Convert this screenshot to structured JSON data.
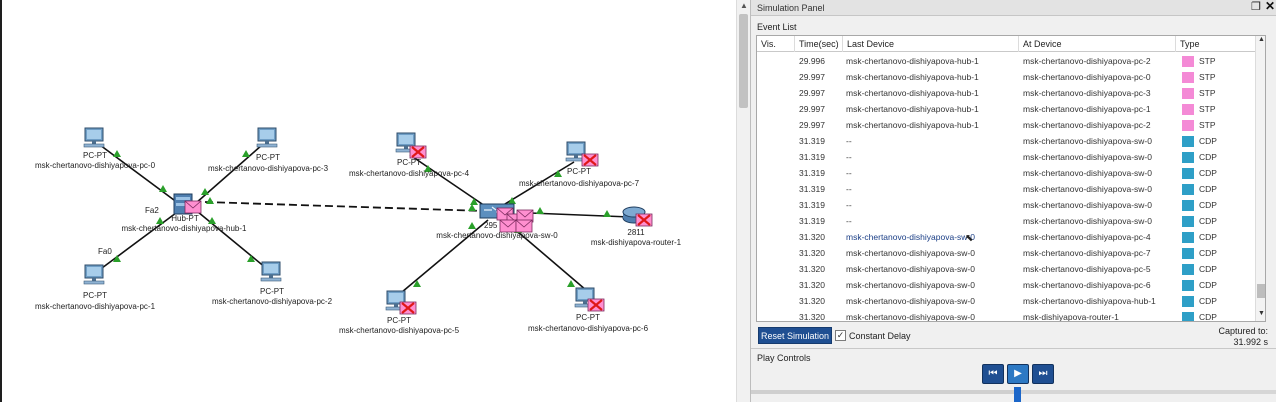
{
  "topology": {
    "nodes": [
      {
        "id": "pc0",
        "type_label": "PC-PT",
        "name": "msk-chertanovo-dishiyapova-pc-0",
        "status": "normal"
      },
      {
        "id": "pc3",
        "type_label": "PC-PT",
        "name": "msk-chertanovo-dishiyapova-pc-3",
        "status": "normal"
      },
      {
        "id": "hub",
        "type_label": "Hub-PT",
        "name": "msk-chertanovo-dishiyapova-hub-1",
        "status": "pdu"
      },
      {
        "id": "pc1",
        "type_label": "PC-PT",
        "name": "msk-chertanovo-dishiyapova-pc-1",
        "status": "normal"
      },
      {
        "id": "pc2",
        "type_label": "PC-PT",
        "name": "msk-chertanovo-dishiyapova-pc-2",
        "status": "normal"
      },
      {
        "id": "pc4",
        "type_label": "PC-PT",
        "name": "msk-chertanovo-dishiyapova-pc-4",
        "status": "dropped"
      },
      {
        "id": "pc7",
        "type_label": "PC-PT",
        "name": "msk-chertanovo-dishiyapova-pc-7",
        "status": "dropped"
      },
      {
        "id": "sw0",
        "type_label": "295",
        "name": "msk-chertanovo-dishiyapova-sw-0",
        "status": "pdu"
      },
      {
        "id": "router",
        "type_label": "2811",
        "name": "msk-dishiyapova-router-1",
        "status": "dropped"
      },
      {
        "id": "pc5",
        "type_label": "PC-PT",
        "name": "msk-chertanovo-dishiyapova-pc-5",
        "status": "dropped"
      },
      {
        "id": "pc6",
        "type_label": "PC-PT",
        "name": "msk-chertanovo-dishiyapova-pc-6",
        "status": "dropped"
      }
    ],
    "port_labels": {
      "hub_fa2": "Fa2",
      "pc1_fa0": "Fa0"
    },
    "colors": {
      "link": "#111111",
      "link_light": "#2aa02a",
      "envelope": "#ff8fd0",
      "drop_x": "#e01818"
    }
  },
  "panel": {
    "title": "Simulation Panel",
    "event_list_label": "Event List",
    "columns": [
      "Vis.",
      "Time(sec)",
      "Last Device",
      "At Device",
      "Type"
    ],
    "events": [
      {
        "time": "29.996",
        "last": "msk-chertanovo-dishiyapova-hub-1",
        "at": "msk-chertanovo-dishiyapova-pc-2",
        "type": "STP",
        "color": "#f48ad6"
      },
      {
        "time": "29.997",
        "last": "msk-chertanovo-dishiyapova-hub-1",
        "at": "msk-chertanovo-dishiyapova-pc-0",
        "type": "STP",
        "color": "#f48ad6"
      },
      {
        "time": "29.997",
        "last": "msk-chertanovo-dishiyapova-hub-1",
        "at": "msk-chertanovo-dishiyapova-pc-3",
        "type": "STP",
        "color": "#f48ad6"
      },
      {
        "time": "29.997",
        "last": "msk-chertanovo-dishiyapova-hub-1",
        "at": "msk-chertanovo-dishiyapova-pc-1",
        "type": "STP",
        "color": "#f48ad6"
      },
      {
        "time": "29.997",
        "last": "msk-chertanovo-dishiyapova-hub-1",
        "at": "msk-chertanovo-dishiyapova-pc-2",
        "type": "STP",
        "color": "#f48ad6"
      },
      {
        "time": "31.319",
        "last": "--",
        "at": "msk-chertanovo-dishiyapova-sw-0",
        "type": "CDP",
        "color": "#2e9fc7"
      },
      {
        "time": "31.319",
        "last": "--",
        "at": "msk-chertanovo-dishiyapova-sw-0",
        "type": "CDP",
        "color": "#2e9fc7"
      },
      {
        "time": "31.319",
        "last": "--",
        "at": "msk-chertanovo-dishiyapova-sw-0",
        "type": "CDP",
        "color": "#2e9fc7"
      },
      {
        "time": "31.319",
        "last": "--",
        "at": "msk-chertanovo-dishiyapova-sw-0",
        "type": "CDP",
        "color": "#2e9fc7"
      },
      {
        "time": "31.319",
        "last": "--",
        "at": "msk-chertanovo-dishiyapova-sw-0",
        "type": "CDP",
        "color": "#2e9fc7"
      },
      {
        "time": "31.319",
        "last": "--",
        "at": "msk-chertanovo-dishiyapova-sw-0",
        "type": "CDP",
        "color": "#2e9fc7"
      },
      {
        "time": "31.320",
        "last": "msk-chertanovo-dishiyapova-sw-0",
        "at": "msk-chertanovo-dishiyapova-pc-4",
        "type": "CDP",
        "color": "#2e9fc7"
      },
      {
        "time": "31.320",
        "last": "msk-chertanovo-dishiyapova-sw-0",
        "at": "msk-chertanovo-dishiyapova-pc-7",
        "type": "CDP",
        "color": "#2e9fc7"
      },
      {
        "time": "31.320",
        "last": "msk-chertanovo-dishiyapova-sw-0",
        "at": "msk-chertanovo-dishiyapova-pc-5",
        "type": "CDP",
        "color": "#2e9fc7"
      },
      {
        "time": "31.320",
        "last": "msk-chertanovo-dishiyapova-sw-0",
        "at": "msk-chertanovo-dishiyapova-pc-6",
        "type": "CDP",
        "color": "#2e9fc7"
      },
      {
        "time": "31.320",
        "last": "msk-chertanovo-dishiyapova-sw-0",
        "at": "msk-chertanovo-dishiyapova-hub-1",
        "type": "CDP",
        "color": "#2e9fc7"
      },
      {
        "time": "31.320",
        "last": "msk-chertanovo-dishiyapova-sw-0",
        "at": "msk-dishiyapova-router-1",
        "type": "CDP",
        "color": "#2e9fc7"
      }
    ],
    "reset_label": "Reset Simulation",
    "constant_delay_label": "Constant Delay",
    "constant_delay_checked": true,
    "captured_label": "Captured to:",
    "captured_value": "31.992 s",
    "play_controls_label": "Play Controls",
    "play_progress": 0.5
  }
}
